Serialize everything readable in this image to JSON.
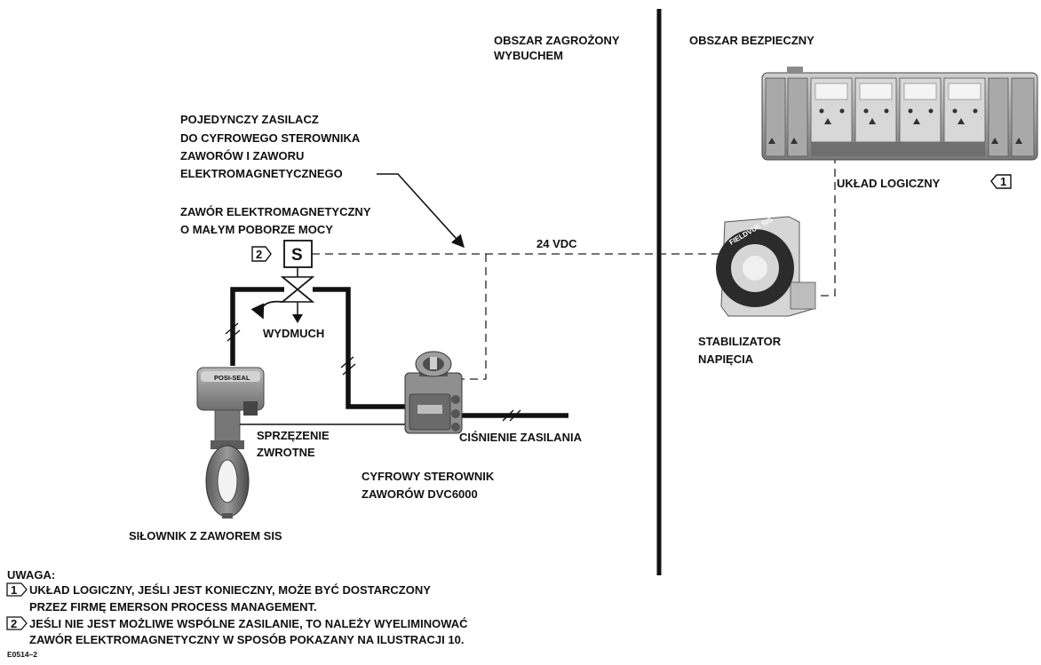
{
  "zones": {
    "hazardous": [
      "OBSZAR ZAGROŻONY",
      "WYBUCHEM"
    ],
    "safe": "OBSZAR BEZPIECZNY"
  },
  "labels": {
    "power_supply": [
      "POJEDYNCZY ZASILACZ",
      "DO CYFROWEGO STEROWNIKA",
      "ZAWORÓW I ZAWORU",
      "ELEKTROMAGNETYCZNEGO"
    ],
    "solenoid": [
      "ZAWÓR ELEKTROMAGNETYCZNY",
      "O MAŁYM POBORZE MOCY"
    ],
    "solenoid_symbol": "S",
    "vent": "WYDMUCH",
    "voltage": "24  VDC",
    "logic_solver": "UKŁAD LOGICZNY",
    "conditioner": [
      "STABILIZATOR",
      "NAPIĘCIA"
    ],
    "feedback": [
      "SPRZĘZENIE",
      "ZWROTNE"
    ],
    "supply_pressure": "CIŚNIENIE ZASILANIA",
    "controller": [
      "CYFROWY STEROWNIK",
      "ZAWORÓW DVC6000"
    ],
    "actuator": "SIŁOWNIK Z ZAWOREM SIS"
  },
  "markers": {
    "one": "1",
    "two": "2"
  },
  "devices": {
    "actuator_brand": "POSI-SEAL",
    "conditioner_brand": "FIELDVUE SIS"
  },
  "notes": {
    "title": "UWAGA:",
    "items": [
      {
        "marker": "1",
        "lines": [
          "UKŁAD LOGICZNY, JEŚLI JEST KONIECZNY, MOŻE BYĆ DOSTARCZONY",
          "PRZEZ FIRMĘ EMERSON PROCESS MANAGEMENT."
        ]
      },
      {
        "marker": "2",
        "lines": [
          "JEŚLI NIE JEST MOŻLIWE WSPÓLNE ZASILANIE, TO NALEŻY WYELIMINOWAĆ",
          "ZAWÓR ELEKTROMAGNETYCZNY W SPOSÓB POKAZANY NA ILUSTRACJI 10."
        ]
      }
    ]
  },
  "figure_id": "E0514–2"
}
